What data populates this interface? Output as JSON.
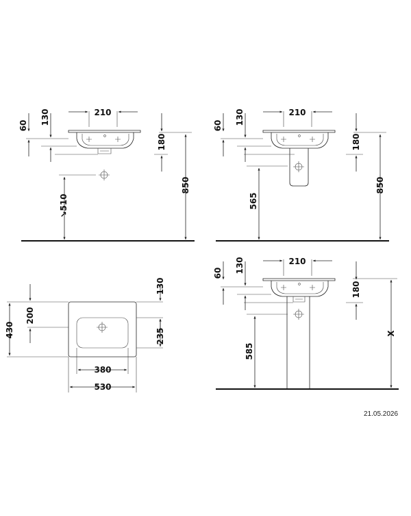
{
  "views": {
    "top_left": {
      "d60": "60",
      "d130": "130",
      "d210": "210",
      "d180": "180",
      "d850": "850",
      "d510": "↘510"
    },
    "top_right": {
      "d60": "60",
      "d130": "130",
      "d210": "210",
      "d180": "180",
      "d850": "850",
      "d565": "565"
    },
    "plan": {
      "d130": "130",
      "d200": "200",
      "d430": "430",
      "d235": "235",
      "d380": "380",
      "d530": "530"
    },
    "pedestal": {
      "d60": "60",
      "d130": "130",
      "d210": "210",
      "d180": "180",
      "dx": "X",
      "d585": "585"
    }
  },
  "date": "21.05.2026"
}
